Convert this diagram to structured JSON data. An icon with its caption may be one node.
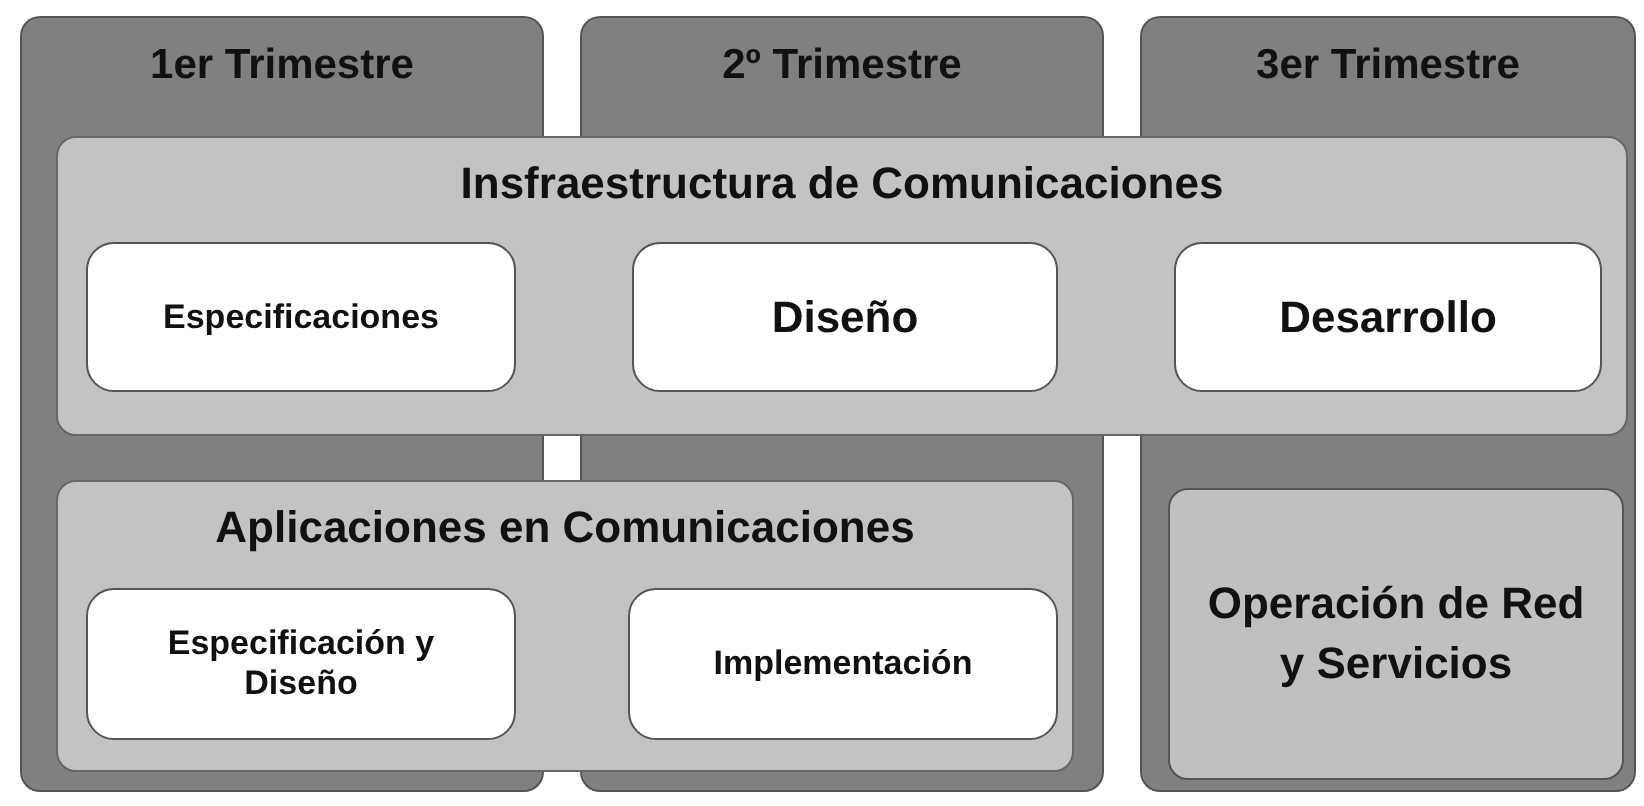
{
  "diagram": {
    "nodes": [
      {
        "text": [
          "1er Trimestre"
        ]
      },
      {
        "text": [
          "2º Trimestre"
        ]
      },
      {
        "text": [
          "3er Trimestre"
        ]
      },
      {
        "text": [
          "Insfraestructura de Comunicaciones"
        ]
      },
      {
        "text": [
          "Especificaciones"
        ],
        "in": 3
      },
      {
        "text": [
          "Diseño"
        ],
        "in": 3
      },
      {
        "text": [
          "Desarrollo"
        ],
        "in": 3
      },
      {
        "text": [
          "Aplicaciones en Comunicaciones"
        ]
      },
      {
        "text": [
          "Especificación y Diseño"
        ],
        "in": 7
      },
      {
        "text": [
          "Implementación"
        ],
        "in": 7
      },
      {
        "text": [
          "Operación de Red y Servicios"
        ]
      }
    ]
  }
}
